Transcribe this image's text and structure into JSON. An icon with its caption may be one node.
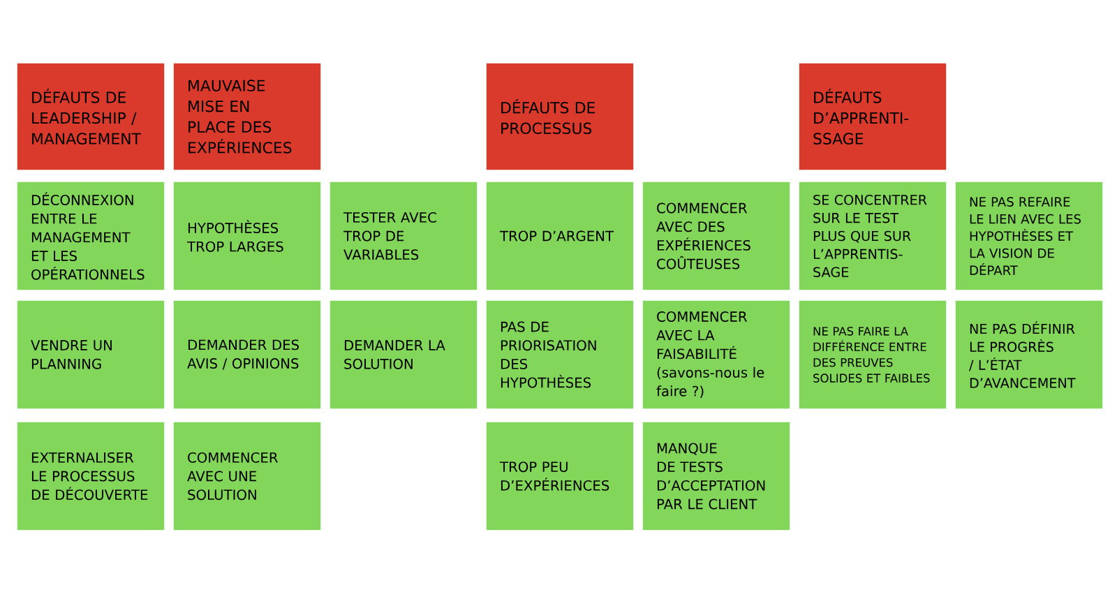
{
  "diagram": {
    "nodes": [
      {
        "text": [
          "DÉFAUTS DE LEADERSHIP / MANAGEMENT"
        ]
      },
      {
        "text": [
          "MAUVAISE MISE EN PLACE DES EXPÉRIENCES"
        ]
      },
      {
        "text": [
          "DÉFAUTS DE PROCESSUS"
        ]
      },
      {
        "text": [
          "DÉFAUTS D’APPRENTI-SSAGE"
        ]
      },
      {
        "text": [
          "DÉCONNEXION ENTRE LE MANAGEMENT ET LES OPÉRATIONNELS"
        ]
      },
      {
        "text": [
          "HYPOTHÈSES TROP LARGES"
        ]
      },
      {
        "text": [
          "TESTER AVEC TROP DE VARIABLES"
        ]
      },
      {
        "text": [
          "TROP D’ARGENT"
        ]
      },
      {
        "text": [
          "COMMENCER AVEC DES EXPÉRIENCES COÛTEUSES"
        ]
      },
      {
        "text": [
          "SE CONCENTRER SUR LE TEST PLUS QUE SUR L’APPRENTIS-SAGE"
        ]
      },
      {
        "text": [
          "NE PAS REFAIRE LE LIEN AVEC LES HYPOTHÈSES ET LA VISION DE DÉPART"
        ]
      },
      {
        "text": [
          "VENDRE UN PLANNING"
        ]
      },
      {
        "text": [
          "DEMANDER DES AVIS / OPINIONS"
        ]
      },
      {
        "text": [
          "DEMANDER LA SOLUTION"
        ]
      },
      {
        "text": [
          "PAS DE PRIORISATION DES HYPOTHÈSES"
        ]
      },
      {
        "text": [
          "COMMENCER AVEC LA FAISABILITÉ (savons-nous le faire ?)"
        ]
      },
      {
        "text": [
          "NE PAS FAIRE LA DIFFÉRENCE ENTRE DES PREUVES SOLIDES ET FAIBLES"
        ]
      },
      {
        "text": [
          "NE PAS DÉFINIR LE PROGRÈS / L’ÉTAT D’AVANCEMENT"
        ]
      },
      {
        "text": [
          "EXTERNALISER LE PROCESSUS DE DÉCOUVERTE"
        ]
      },
      {
        "text": [
          "COMMENCER AVEC UNE SOLUTION"
        ]
      },
      {
        "text": [
          "TROP PEU D’EXPÉRIENCES"
        ]
      },
      {
        "text": [
          "MANQUE DE TESTS D’ACCEPTATION PAR LE CLIENT"
        ]
      }
    ]
  }
}
